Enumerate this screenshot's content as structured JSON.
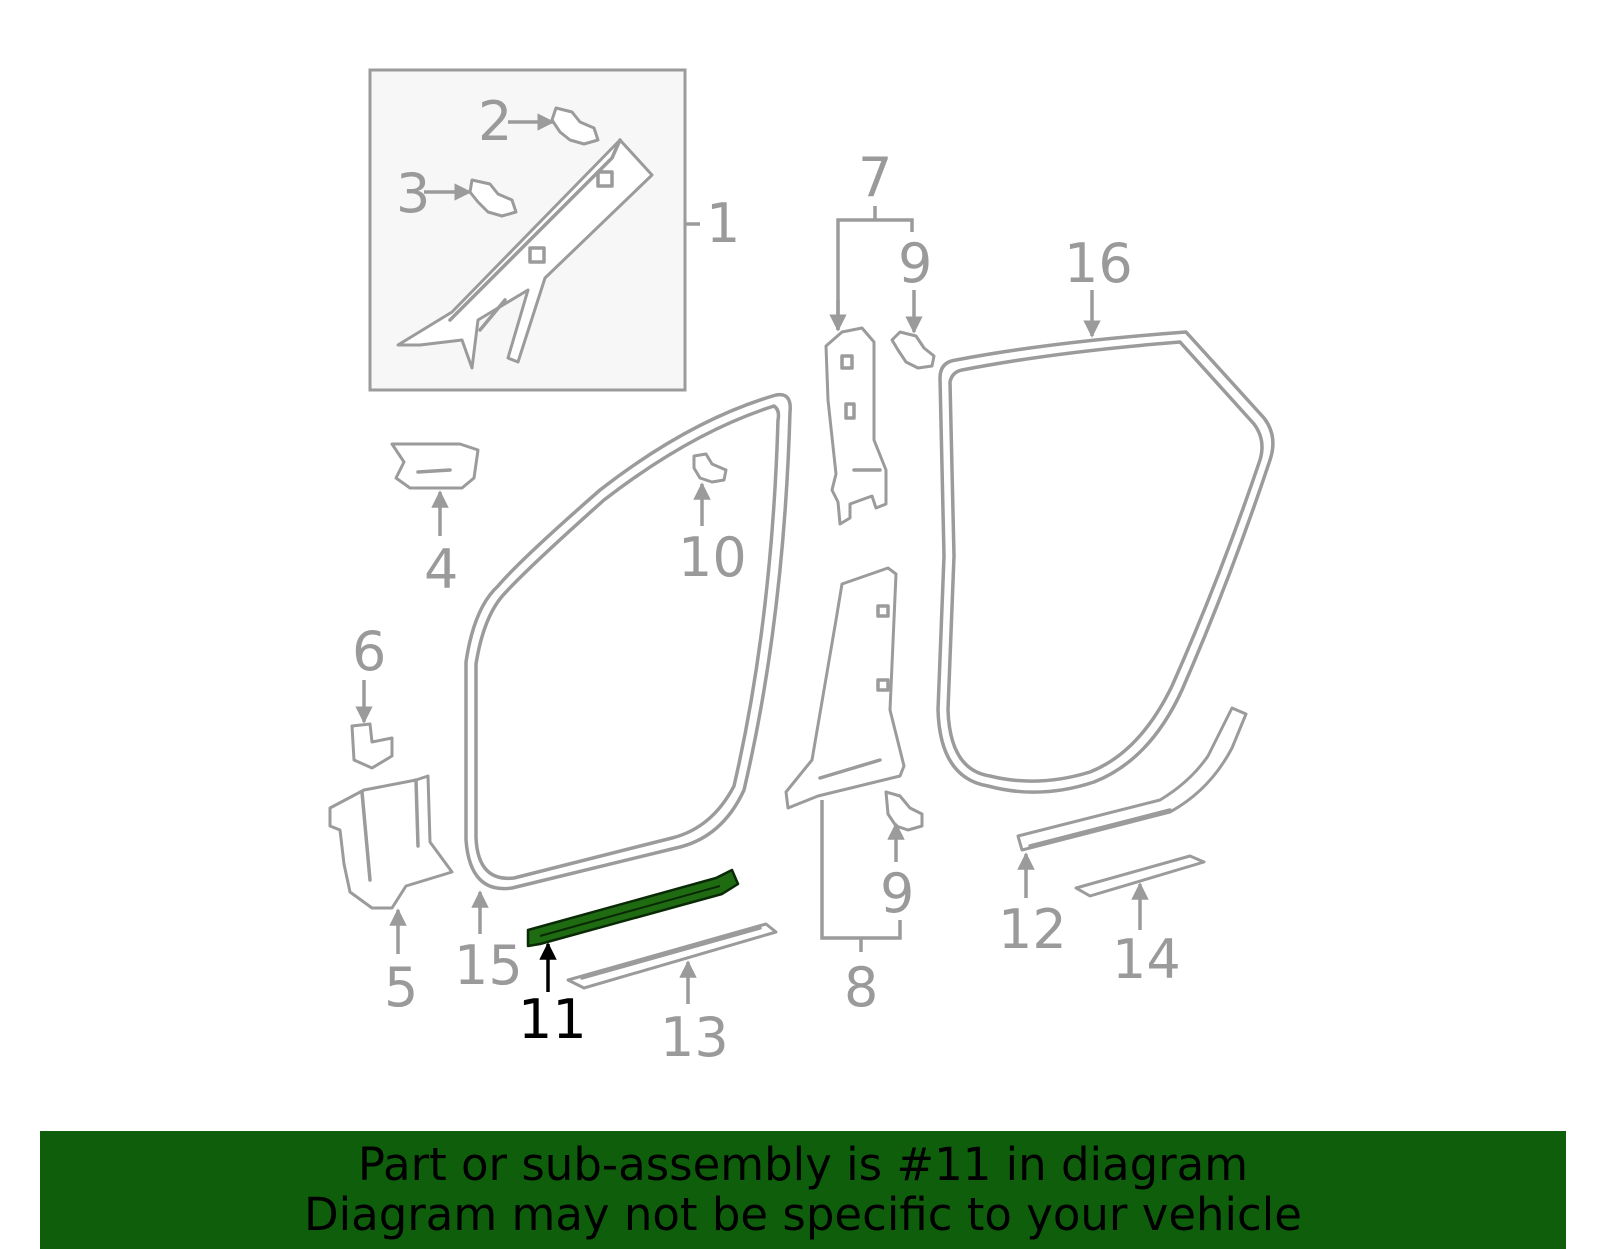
{
  "diagram": {
    "highlight_color": "#1f6b12",
    "part_color": "#9b9b9b",
    "callouts": [
      {
        "id": "1",
        "label": "1"
      },
      {
        "id": "2",
        "label": "2"
      },
      {
        "id": "3",
        "label": "3"
      },
      {
        "id": "4",
        "label": "4"
      },
      {
        "id": "5",
        "label": "5"
      },
      {
        "id": "6",
        "label": "6"
      },
      {
        "id": "7",
        "label": "7"
      },
      {
        "id": "8",
        "label": "8"
      },
      {
        "id": "9a",
        "label": "9"
      },
      {
        "id": "9b",
        "label": "9"
      },
      {
        "id": "10",
        "label": "10"
      },
      {
        "id": "11",
        "label": "11",
        "highlighted": true
      },
      {
        "id": "12",
        "label": "12"
      },
      {
        "id": "13",
        "label": "13"
      },
      {
        "id": "14",
        "label": "14"
      },
      {
        "id": "15",
        "label": "15"
      },
      {
        "id": "16",
        "label": "16"
      }
    ]
  },
  "banner": {
    "background": "#0f5e0c",
    "line1": "Part or sub-assembly is #11 in diagram",
    "line2": "Diagram may not be specific to your vehicle"
  }
}
